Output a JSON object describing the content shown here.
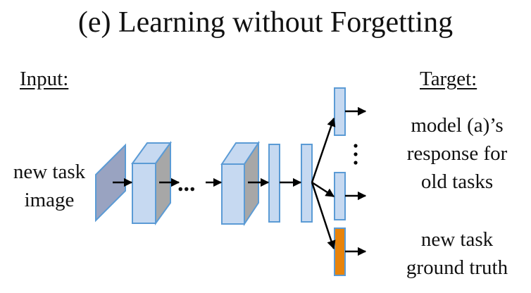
{
  "title": "(e) Learning without Forgetting",
  "input_label": "Input:",
  "target_label": "Target:",
  "input_text": [
    "new task",
    "image"
  ],
  "ellipsis": "...",
  "old_tasks_text": [
    "model (a)’s",
    "response for",
    "old tasks"
  ],
  "new_task_text": [
    "new task",
    "ground truth"
  ],
  "colors": {
    "input_plane": "#99a3c1",
    "layer_face": "#c6d9f1",
    "layer_edge": "#5b9bd5",
    "layer_side": "#a7a7a7",
    "new_task_head": "#e8830a",
    "arrow": "#000000"
  }
}
